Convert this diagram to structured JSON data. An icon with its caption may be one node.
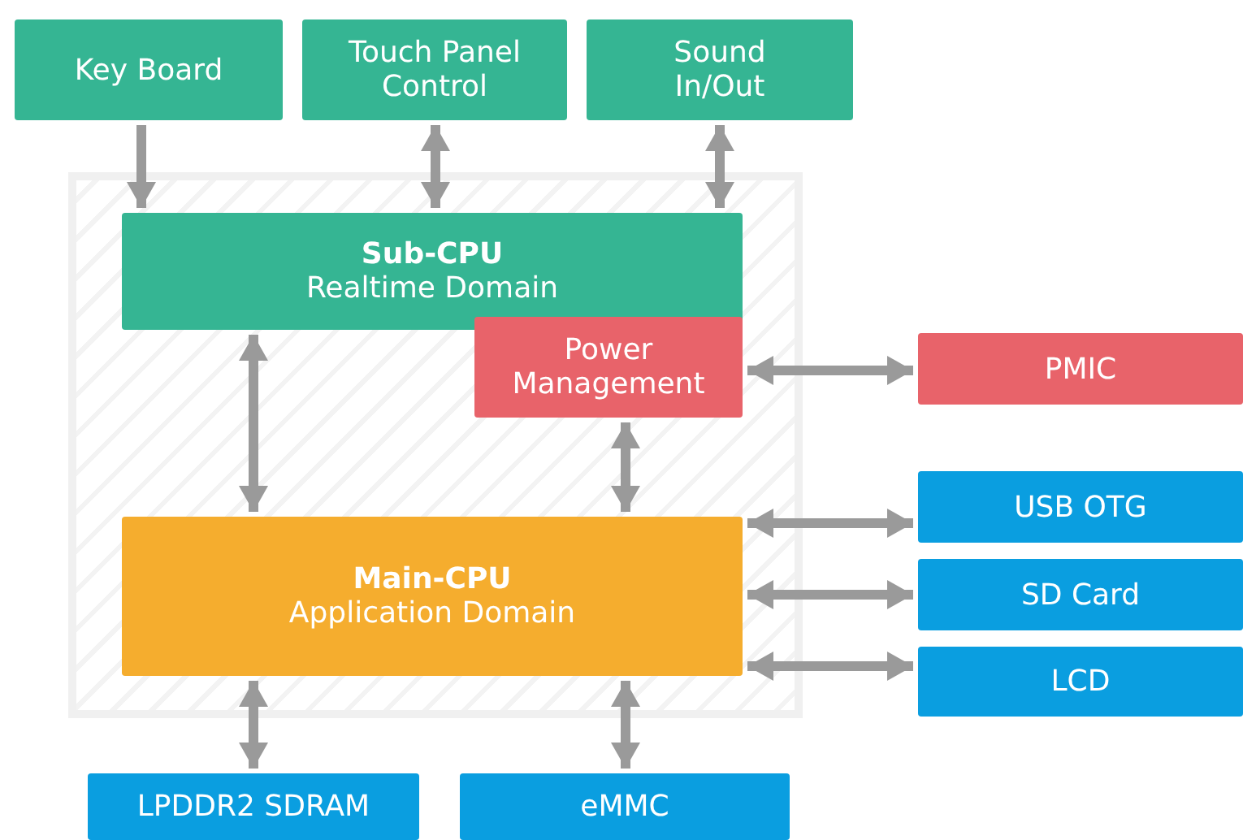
{
  "diagram": {
    "nodes": [
      {
        "text": [
          "Key Board"
        ]
      },
      {
        "text": [
          "Touch Panel Control"
        ]
      },
      {
        "text": [
          "Sound In/Out"
        ]
      },
      {
        "text": [],
        "shape": "box"
      },
      {
        "text": [
          "Sub-CPU",
          "Realtime Domain"
        ],
        "in": 3
      },
      {
        "text": [
          "Power Management"
        ],
        "in": 3
      },
      {
        "text": [
          "PMIC"
        ]
      },
      {
        "text": [
          "Main-CPU",
          "Application Domain"
        ],
        "in": 3
      },
      {
        "text": [
          "USB OTG"
        ]
      },
      {
        "text": [
          "SD Card"
        ]
      },
      {
        "text": [
          "LCD"
        ]
      },
      {
        "text": [
          "LPDDR2 SDRAM"
        ]
      },
      {
        "text": [
          "eMMC"
        ]
      }
    ],
    "edges": [
      {
        "from": 0,
        "to": 4,
        "arrow": "to"
      },
      {
        "from": 1,
        "to": 4,
        "arrow": "both"
      },
      {
        "from": 2,
        "to": 4,
        "arrow": "both"
      },
      {
        "from": 4,
        "to": 7,
        "arrow": "both"
      },
      {
        "from": 5,
        "to": 7,
        "arrow": "both"
      },
      {
        "from": 5,
        "to": 6,
        "arrow": "both"
      },
      {
        "from": 7,
        "to": 8,
        "arrow": "both"
      },
      {
        "from": 7,
        "to": 9,
        "arrow": "both"
      },
      {
        "from": 7,
        "to": 10,
        "arrow": "both"
      },
      {
        "from": 7,
        "to": 11,
        "arrow": "both"
      },
      {
        "from": 7,
        "to": 12,
        "arrow": "both"
      }
    ]
  }
}
